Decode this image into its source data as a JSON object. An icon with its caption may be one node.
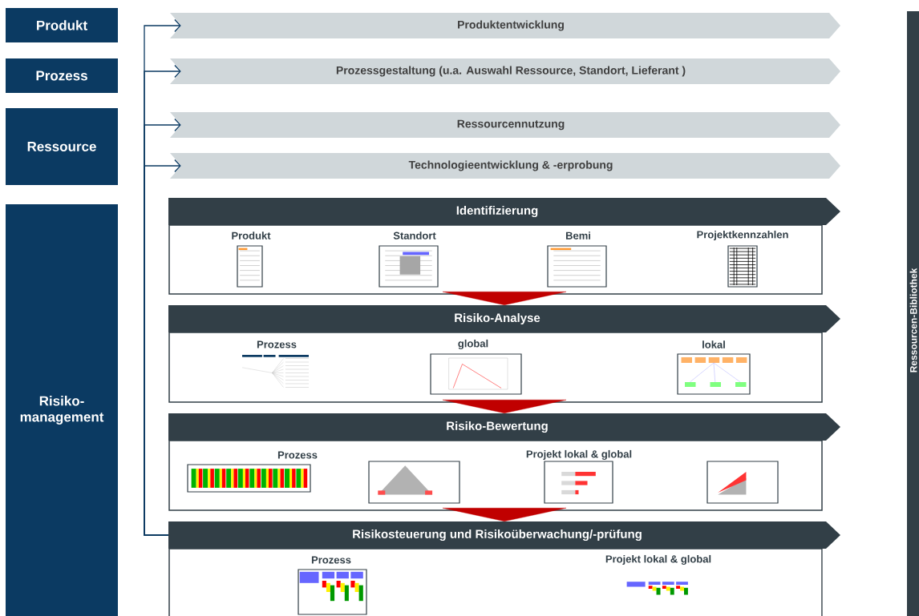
{
  "diagram": {
    "nodes": [
      {
        "text": [
          "Produkt"
        ]
      },
      {
        "text": [
          "Prozess"
        ]
      },
      {
        "text": [
          "Ressource"
        ]
      },
      {
        "text": [
          "Risiko- management"
        ]
      },
      {
        "text": [
          "Produktentwicklung"
        ]
      },
      {
        "text": [
          "Prozessgestaltung (u.a. Auswahl Ressource, Standort, Lieferant )"
        ]
      },
      {
        "text": [
          "Ressourcennutzung"
        ]
      },
      {
        "text": [
          "Technologieentwicklung & -erprobung"
        ]
      },
      {
        "text": [
          "Identifizierung",
          "Produkt",
          "Standort",
          "Bemi",
          "Projektkennzahlen"
        ]
      },
      {
        "text": [
          "Risiko-Analyse",
          "Prozess",
          "global",
          "lokal"
        ]
      },
      {
        "text": [
          "Risiko-Bewertung",
          "Prozess",
          "Projekt lokal & global"
        ]
      },
      {
        "text": [
          "Risikosteuerung und Risikoüberwachung/-prüfung",
          "Prozess",
          "Projekt lokal & global"
        ]
      },
      {
        "text": [
          "Ressourcen-Bibliothek"
        ]
      }
    ],
    "edges": [
      {
        "from": 8,
        "to": 9,
        "arrow": "to",
        "style": "thick",
        "color": "#c00000"
      },
      {
        "from": 9,
        "to": 10,
        "arrow": "to",
        "style": "thick",
        "color": "#c00000"
      },
      {
        "from": 10,
        "to": 11,
        "arrow": "to",
        "style": "thick",
        "color": "#c00000"
      },
      {
        "from": 11,
        "to": 4,
        "arrow": "to"
      },
      {
        "from": 11,
        "to": 5,
        "arrow": "to"
      },
      {
        "from": 11,
        "to": 6,
        "arrow": "to"
      },
      {
        "from": 11,
        "to": 7,
        "arrow": "to"
      }
    ]
  }
}
